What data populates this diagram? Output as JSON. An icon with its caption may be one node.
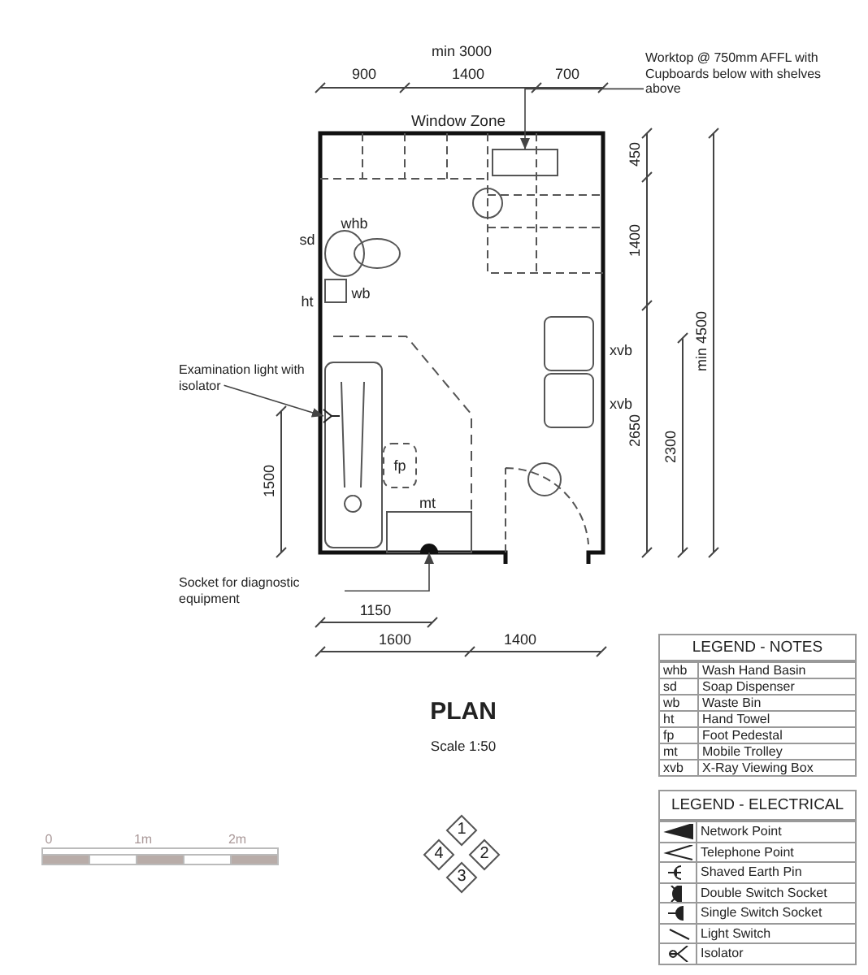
{
  "diagram": {
    "title": "PLAN",
    "caption": "Scale 1:50",
    "nodes": [
      {
        "text": [
          "Worktop @ 750mm AFFL with Cupboards below with shelves above"
        ]
      },
      {
        "text": [
          "Examination light with isolator"
        ]
      },
      {
        "text": [
          "Socket for diagnostic equipment"
        ]
      },
      {
        "text": [],
        "shape": "box"
      },
      {
        "text": [],
        "shape": "picture"
      },
      {
        "text": [],
        "shape": "circle"
      }
    ],
    "edges": [
      {
        "from": 0,
        "to": 3,
        "arrow": "to"
      },
      {
        "from": 1,
        "to": 4,
        "arrow": "to"
      },
      {
        "from": 2,
        "to": 5,
        "arrow": "to"
      }
    ],
    "labels": [
      "min 3000",
      "900",
      "1400",
      "700",
      "Window Zone",
      "450",
      "1400",
      "whb",
      "sd",
      "wb",
      "ht",
      "xvb",
      "xvb",
      "min 4500",
      "2650",
      "2300",
      "1500",
      "fp",
      "mt",
      "1150",
      "1600",
      "1400",
      "LEGEND  - NOTES",
      "whb",
      "Wash Hand Basin",
      "sd",
      "Soap Dispenser",
      "wb",
      "Waste Bin",
      "ht",
      "Hand Towel",
      "fp",
      "Foot Pedestal",
      "mt",
      "Mobile Trolley",
      "xvb",
      "X-Ray Viewing Box",
      "LEGEND  - ELECTRICAL",
      "0",
      "1m",
      "2m",
      "1",
      "4",
      "2",
      "3"
    ],
    "legend": [
      {
        "text": "Network Point"
      },
      {
        "text": "Telephone Point"
      },
      {
        "text": "Shaved Earth Pin"
      },
      {
        "text": "Double Switch Socket"
      },
      {
        "text": "Single Switch Socket"
      },
      {
        "text": "Light Switch"
      },
      {
        "text": "Isolator"
      }
    ]
  }
}
